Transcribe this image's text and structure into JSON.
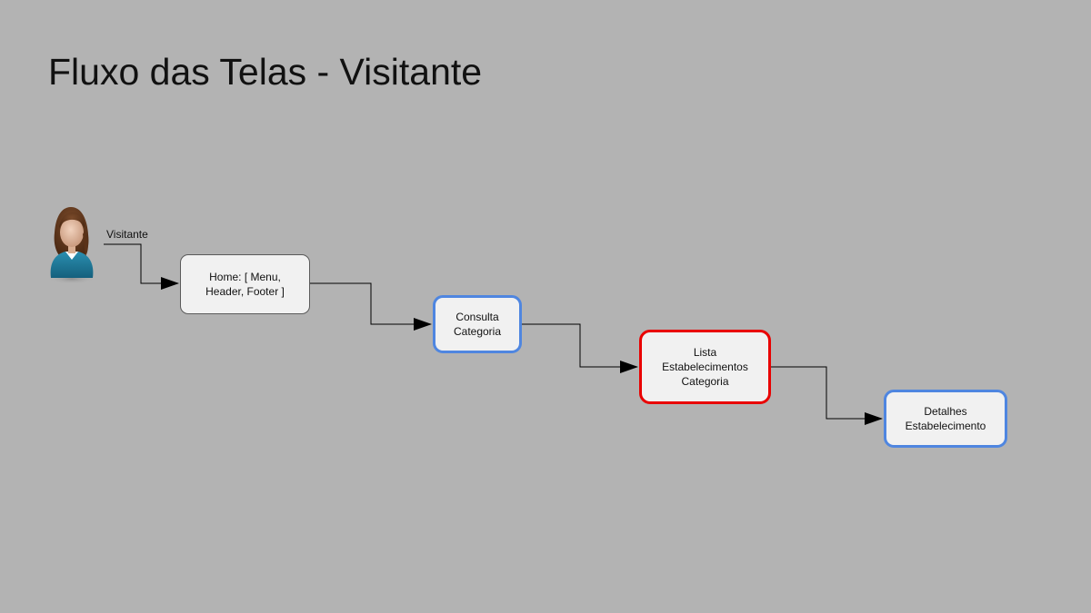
{
  "slide": {
    "title": "Fluxo das Telas - Visitante",
    "background_color": "#b3b3b3"
  },
  "actor": {
    "label": "Visitante",
    "icon": "person-icon"
  },
  "nodes": {
    "home": {
      "label": "Home: [ Menu,\nHeader,  Footer ]",
      "border_color": "#5a5a5a"
    },
    "consulta": {
      "label": "Consulta\nCategoria",
      "border_color": "#4f86e0"
    },
    "lista": {
      "label": "Lista\nEstabelecimentos\nCategoria",
      "border_color": "#e90000"
    },
    "detalhes": {
      "label": "Detalhes\nEstabelecimento",
      "border_color": "#4f86e0"
    }
  }
}
